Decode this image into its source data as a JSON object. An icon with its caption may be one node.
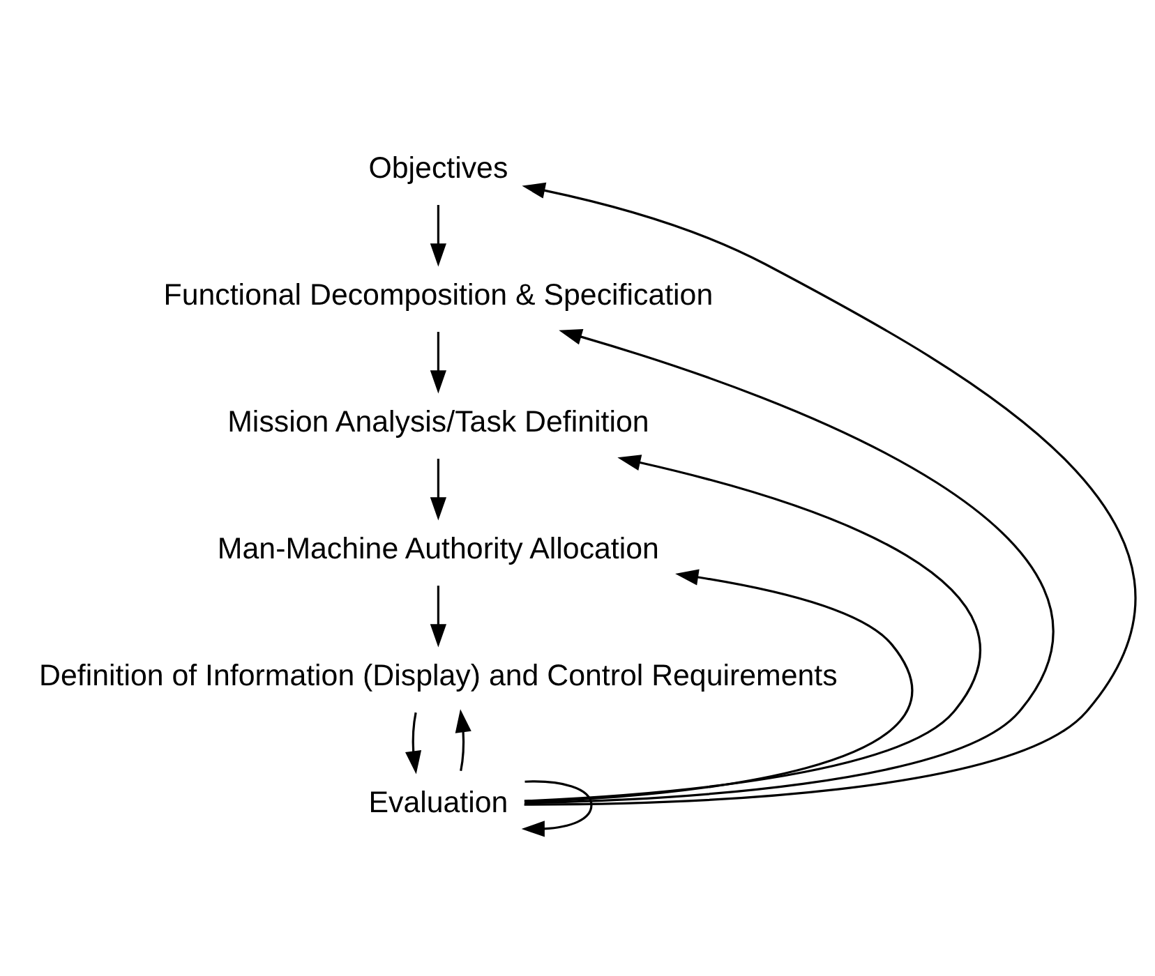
{
  "diagram": {
    "nodes": [
      {
        "text": [
          "Objectives"
        ]
      },
      {
        "text": [
          "Functional Decomposition & Specification"
        ]
      },
      {
        "text": [
          "Mission Analysis/Task Definition"
        ]
      },
      {
        "text": [
          "Man-Machine Authority Allocation"
        ]
      },
      {
        "text": [
          "Definition of Information (Display) and Control Requirements"
        ]
      },
      {
        "text": [
          "Evaluation"
        ]
      }
    ],
    "edges": [
      {
        "from": 0,
        "to": 1,
        "arrow": "to"
      },
      {
        "from": 1,
        "to": 2,
        "arrow": "to"
      },
      {
        "from": 2,
        "to": 3,
        "arrow": "to"
      },
      {
        "from": 3,
        "to": 4,
        "arrow": "to"
      },
      {
        "from": 4,
        "to": 5,
        "arrow": "to"
      },
      {
        "from": 5,
        "to": 0,
        "arrow": "to"
      },
      {
        "from": 5,
        "to": 1,
        "arrow": "to"
      },
      {
        "from": 5,
        "to": 2,
        "arrow": "to"
      },
      {
        "from": 5,
        "to": 3,
        "arrow": "to"
      },
      {
        "from": 5,
        "to": 4,
        "arrow": "to"
      },
      {
        "from": 5,
        "to": 5,
        "arrow": "to"
      }
    ]
  }
}
